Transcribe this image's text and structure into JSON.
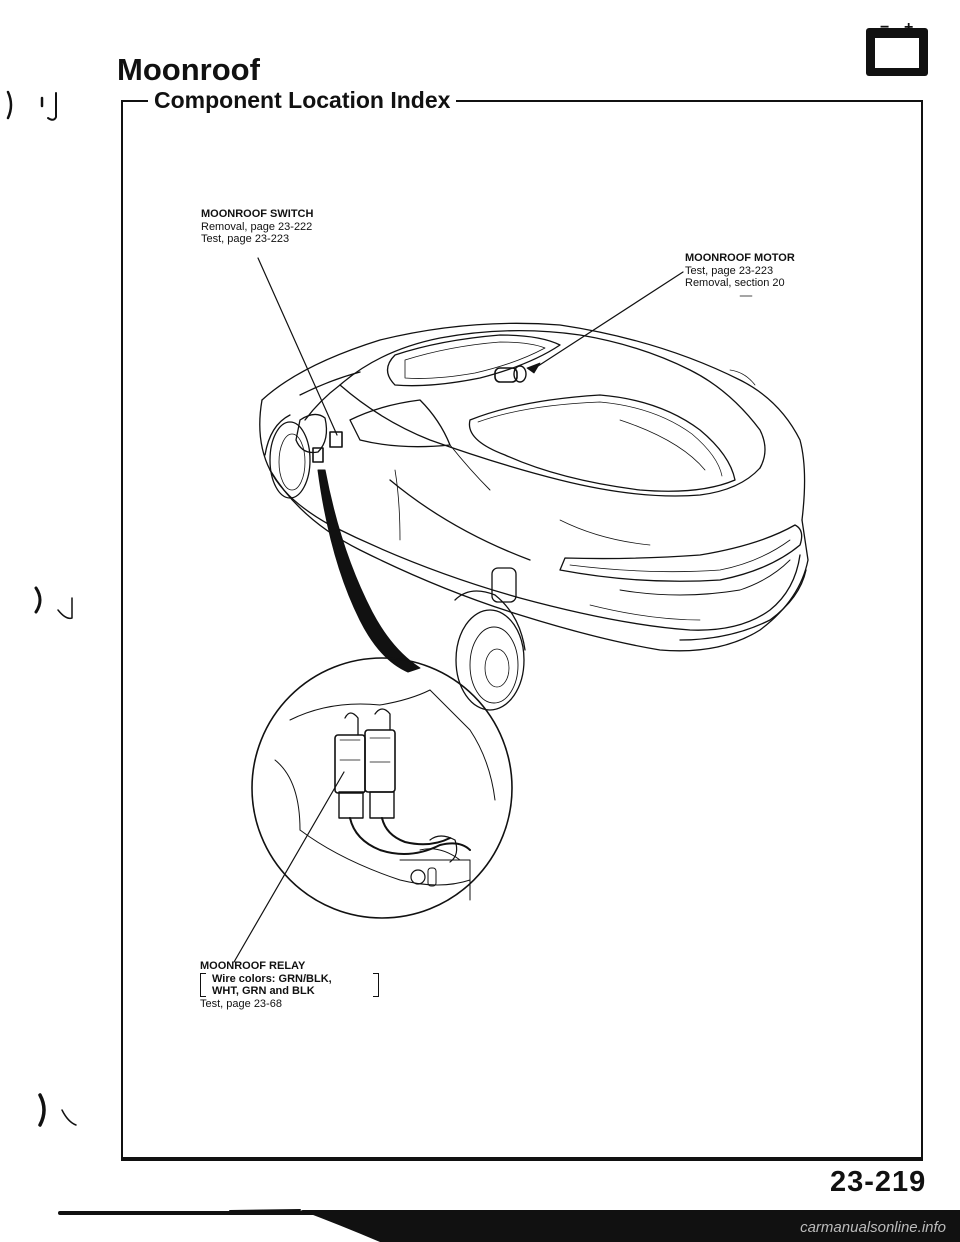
{
  "header": {
    "title": "Moonroof",
    "subtitle": "Component Location Index"
  },
  "labels": {
    "switch": {
      "heading": "MOONROOF SWITCH",
      "lines": [
        "Removal, page 23-222",
        "Test, page 23-223"
      ]
    },
    "motor": {
      "heading": "MOONROOF MOTOR",
      "lines": [
        "Test, page 23-223",
        "Removal, section 20"
      ]
    },
    "relay": {
      "heading": "MOONROOF RELAY",
      "wire_lines": [
        "Wire colors: GRN/BLK,",
        "WHT, GRN and BLK"
      ],
      "test": "Test, page 23-68"
    }
  },
  "battery_icon": {
    "minus": "−",
    "plus": "+"
  },
  "page_number": "23-219",
  "watermark": "carmanualsonline.info"
}
